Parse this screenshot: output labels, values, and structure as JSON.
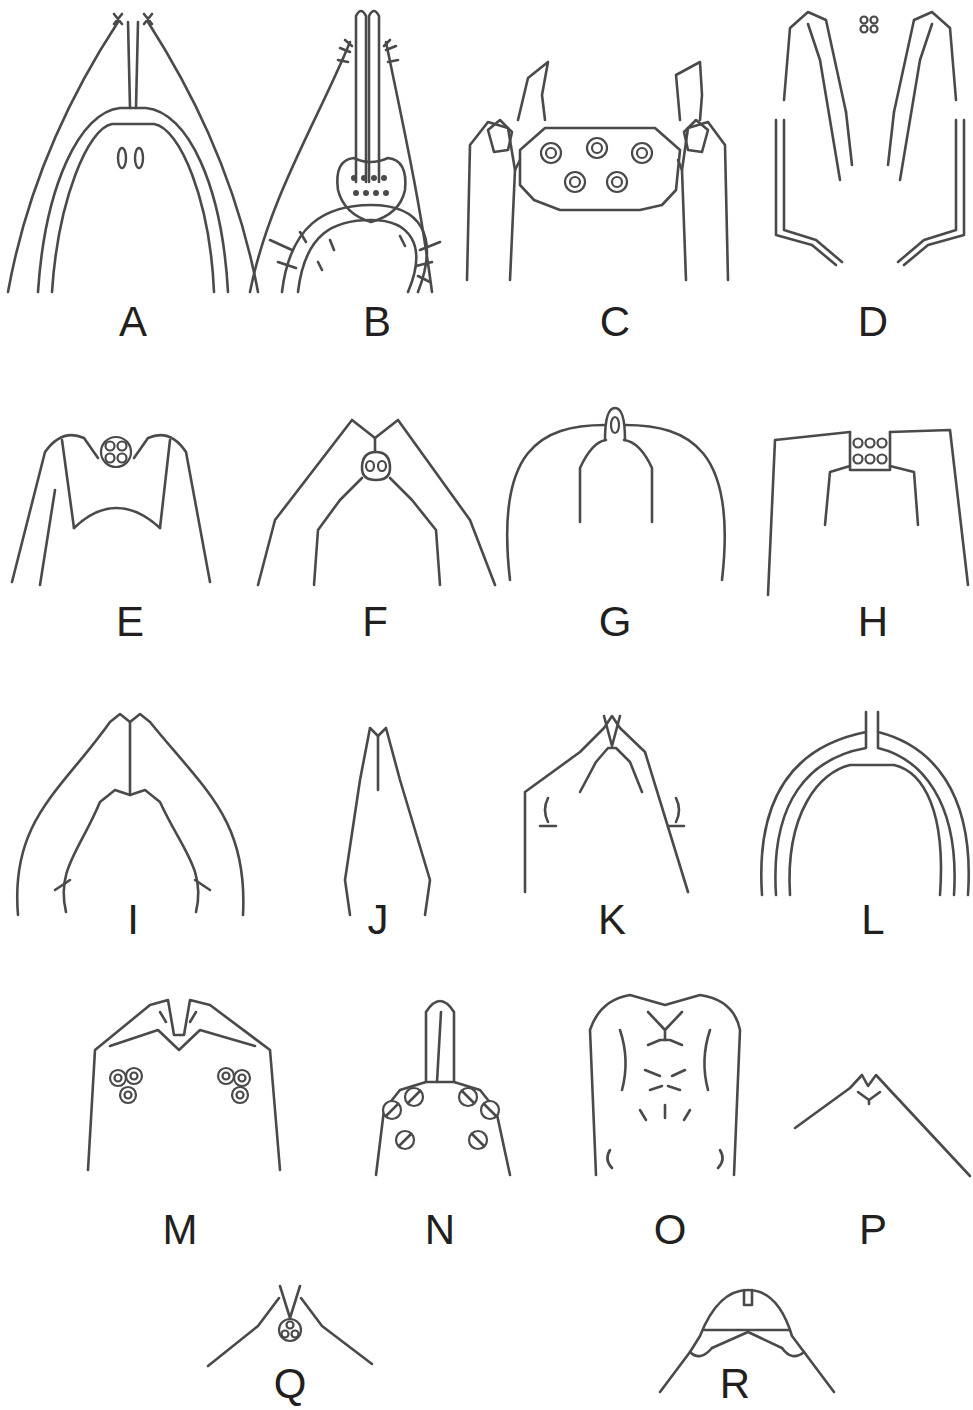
{
  "diagram": {
    "labels": [
      "A",
      "B",
      "C",
      "D",
      "E",
      "F",
      "G",
      "H",
      "I",
      "J",
      "K",
      "L",
      "M",
      "N",
      "O",
      "P",
      "Q",
      "R"
    ]
  }
}
